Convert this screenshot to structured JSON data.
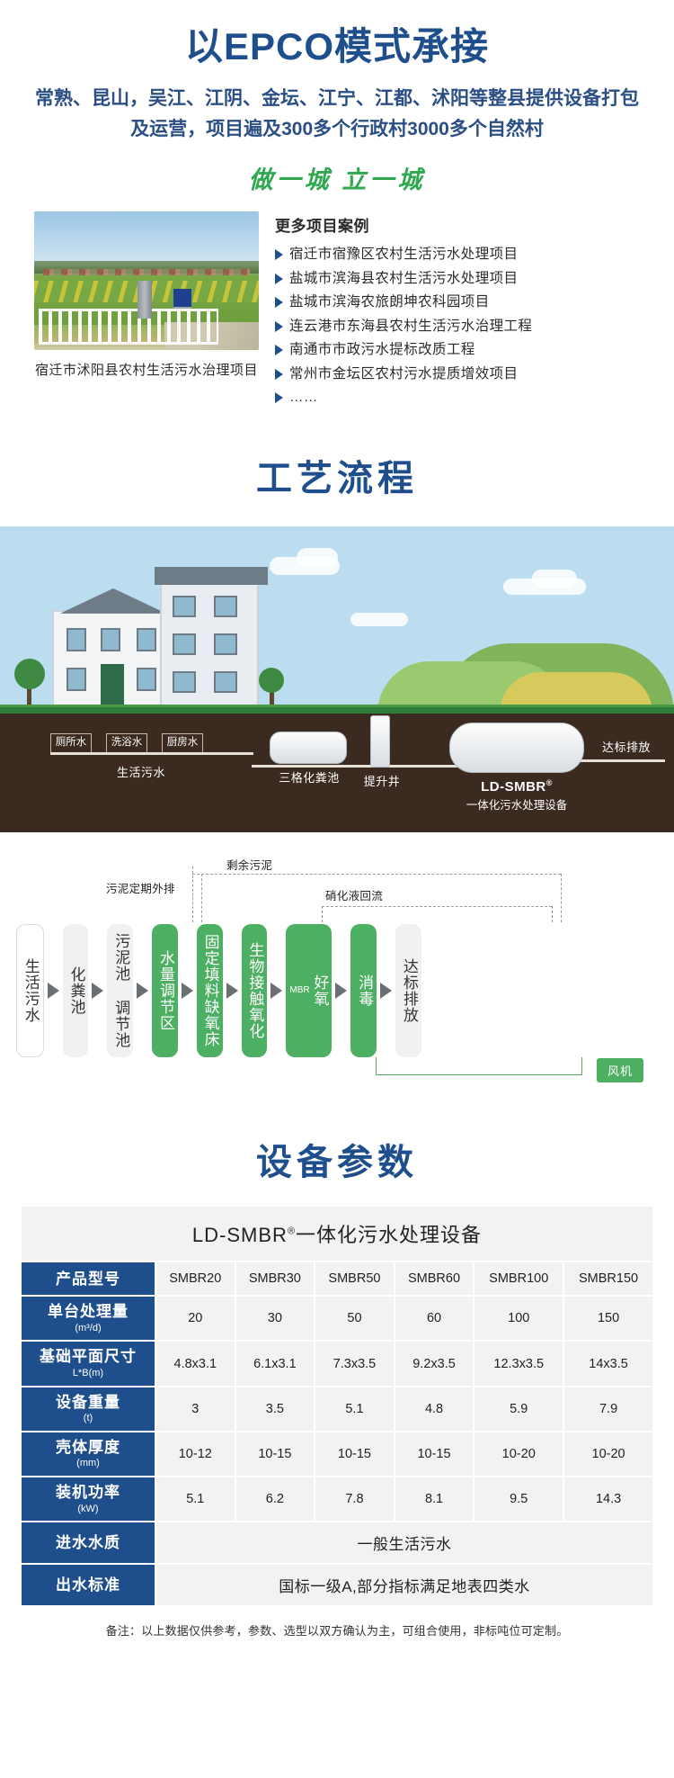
{
  "epco": {
    "title": "以EPCO模式承接",
    "subtitle_line1": "常熟、昆山，吴江、江阴、金坛、江宁、江都、沭阳等整县提供设备打包",
    "subtitle_line2": "及运营，项目遍及300多个行政村3000多个自然村",
    "slogan": "做一城 立一城"
  },
  "cases": {
    "photo_caption": "宿迁市沭阳县农村生活污水治理项目",
    "heading": "更多项目案例",
    "items": [
      "宿迁市宿豫区农村生活污水处理项目",
      "盐城市滨海县农村生活污水处理项目",
      "盐城市滨海农旅朗坤农科园项目",
      "连云港市东海县农村生活污水治理工程",
      "南通市市政污水提标改质工程",
      "常州市金坛区农村污水提质增效项目",
      "……"
    ]
  },
  "process": {
    "title": "工艺流程",
    "illustration": {
      "source_labels": [
        "厕所水",
        "洗浴水",
        "厨房水"
      ],
      "sewage_label": "生活污水",
      "septic_label": "三格化粪池",
      "lift_well_label": "提升井",
      "product_name": "LD-SMBR",
      "product_sup": "®",
      "product_sub": "一体化污水处理设备",
      "discharge_label": "达标排放"
    }
  },
  "flowchart": {
    "annotations": {
      "sludge_periodic": "污泥定期外排",
      "excess_sludge": "剩余污泥",
      "nitrification_reflux": "硝化液回流"
    },
    "fan_label": "风机",
    "nodes": [
      {
        "label": "生活污水",
        "style": "white",
        "sub": ""
      },
      {
        "label": "化粪池",
        "style": "gray",
        "sub": ""
      },
      {
        "label": "污泥池 调节池",
        "style": "gray",
        "sub": ""
      },
      {
        "label": "水量调节区",
        "style": "green",
        "sub": ""
      },
      {
        "label": "固定填料缺氧床",
        "style": "green",
        "sub": ""
      },
      {
        "label": "生物接触氧化",
        "style": "green",
        "sub": ""
      },
      {
        "label": "好氧",
        "style": "green",
        "sub": "MBR"
      },
      {
        "label": "消毒",
        "style": "green",
        "sub": ""
      },
      {
        "label": "达标排放",
        "style": "gray",
        "sub": ""
      }
    ]
  },
  "params": {
    "title": "设备参数",
    "table_title_main": "LD-SMBR",
    "table_title_sup": "®",
    "table_title_rest": "一体化污水处理设备",
    "rows": [
      {
        "head": "产品型号",
        "unit": "",
        "values": [
          "SMBR20",
          "SMBR30",
          "SMBR50",
          "SMBR60",
          "SMBR100",
          "SMBR150"
        ]
      },
      {
        "head": "单台处理量",
        "unit": "(m³/d)",
        "values": [
          "20",
          "30",
          "50",
          "60",
          "100",
          "150"
        ]
      },
      {
        "head": "基础平面尺寸",
        "unit": "L*B(m)",
        "values": [
          "4.8x3.1",
          "6.1x3.1",
          "7.3x3.5",
          "9.2x3.5",
          "12.3x3.5",
          "14x3.5"
        ]
      },
      {
        "head": "设备重量",
        "unit": "(t)",
        "values": [
          "3",
          "3.5",
          "5.1",
          "4.8",
          "5.9",
          "7.9"
        ]
      },
      {
        "head": "壳体厚度",
        "unit": "(mm)",
        "values": [
          "10-12",
          "10-15",
          "10-15",
          "10-15",
          "10-20",
          "10-20"
        ]
      },
      {
        "head": "装机功率",
        "unit": "(kW)",
        "values": [
          "5.1",
          "6.2",
          "7.8",
          "8.1",
          "9.5",
          "14.3"
        ]
      }
    ],
    "wide_rows": [
      {
        "head": "进水水质",
        "value": "一般生活污水"
      },
      {
        "head": "出水标准",
        "value": "国标一级A,部分指标满足地表四类水"
      }
    ],
    "remark": "备注：以上数据仅供参考，参数、选型以双方确认为主，可组合使用，非标吨位可定制。"
  },
  "colors": {
    "brand_blue": "#1f4e8c",
    "green": "#4caf62",
    "slogan_green": "#2fa84f",
    "table_cell_bg": "#f1f2f4"
  }
}
